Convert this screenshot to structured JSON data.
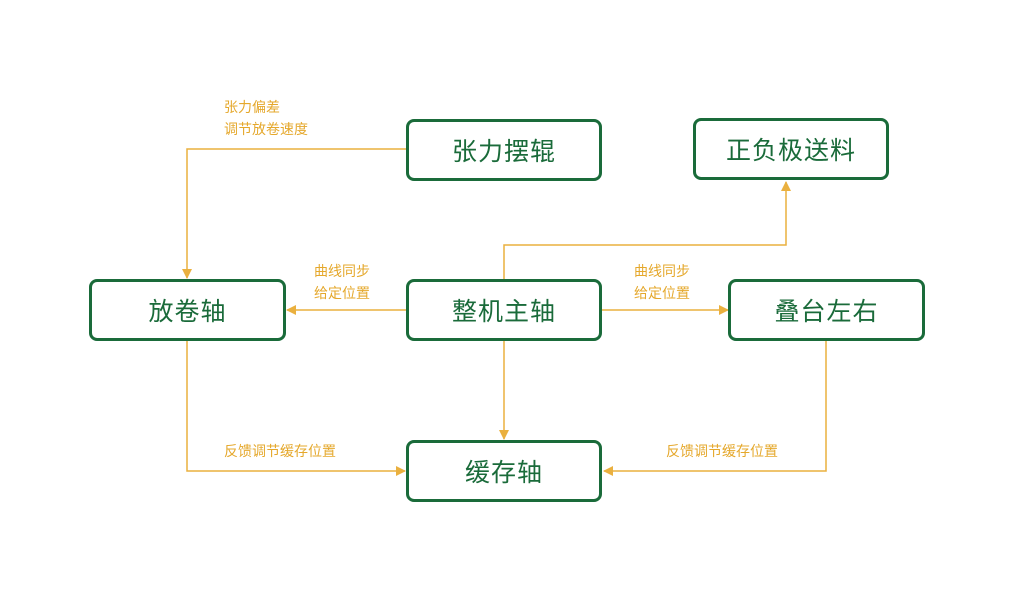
{
  "colors": {
    "node_border": "#1a6b3a",
    "node_text": "#1a6b3a",
    "edge": "#eab03f",
    "edge_label": "#e5a82c"
  },
  "nodes": {
    "tension_roller": "张力摆辊",
    "positive_negative_feed": "正负极送料",
    "unwind_shaft": "放卷轴",
    "main_shaft": "整机主轴",
    "stack_table": "叠台左右",
    "buffer_shaft": "缓存轴"
  },
  "edge_labels": {
    "tension_line1": "张力偏差",
    "tension_line2": "调节放卷速度",
    "left_sync_line1": "曲线同步",
    "left_sync_line2": "给定位置",
    "right_sync_line1": "曲线同步",
    "right_sync_line2": "给定位置",
    "left_feedback": "反馈调节缓存位置",
    "right_feedback": "反馈调节缓存位置"
  }
}
